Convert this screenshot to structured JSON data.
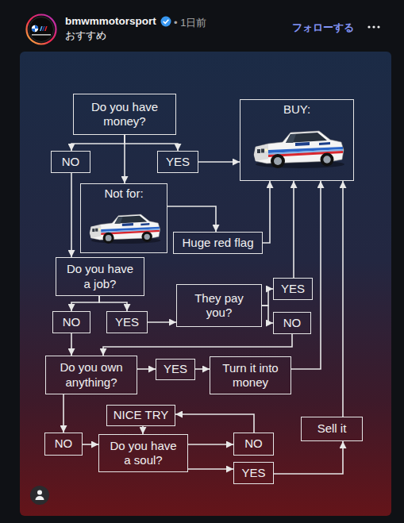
{
  "diagram": {
    "nodes": [
      {
        "text": [
          "Do you have money?"
        ]
      },
      {
        "text": [
          "BUY:"
        ]
      },
      {
        "text": [
          "NO"
        ]
      },
      {
        "text": [
          "YES"
        ]
      },
      {
        "text": [
          "Not for:"
        ]
      },
      {
        "text": [
          "Huge red flag"
        ]
      },
      {
        "text": [
          "Do you have a job?"
        ]
      },
      {
        "text": [
          "NO"
        ]
      },
      {
        "text": [
          "YES"
        ]
      },
      {
        "text": [
          "They pay you?"
        ]
      },
      {
        "text": [
          "YES"
        ]
      },
      {
        "text": [
          "NO"
        ]
      },
      {
        "text": [
          "Do you own anything?"
        ]
      },
      {
        "text": [
          "YES"
        ]
      },
      {
        "text": [
          "Turn it into money"
        ]
      },
      {
        "text": [
          "NICE TRY"
        ]
      },
      {
        "text": [
          "Sell it"
        ]
      },
      {
        "text": [
          "NO"
        ]
      },
      {
        "text": [
          "Do you have a soul?"
        ]
      },
      {
        "text": [
          "NO"
        ]
      },
      {
        "text": [
          "YES"
        ]
      }
    ],
    "edges": [
      {
        "from": 0,
        "to": 2,
        "arrow": "to"
      },
      {
        "from": 0,
        "to": 4,
        "arrow": "to"
      },
      {
        "from": 0,
        "to": 3,
        "arrow": "to"
      },
      {
        "from": 3,
        "to": 1,
        "arrow": "to"
      },
      {
        "from": 4,
        "to": 5,
        "arrow": "to"
      },
      {
        "from": 5,
        "to": 1,
        "arrow": "to"
      },
      {
        "from": 2,
        "to": 6,
        "arrow": "to"
      },
      {
        "from": 6,
        "to": 7,
        "arrow": "to"
      },
      {
        "from": 6,
        "to": 8,
        "arrow": "to"
      },
      {
        "from": 8,
        "to": 9,
        "arrow": "to"
      },
      {
        "from": 9,
        "to": 10,
        "arrow": "to"
      },
      {
        "from": 9,
        "to": 11,
        "arrow": "to"
      },
      {
        "from": 10,
        "to": 1,
        "arrow": "to"
      },
      {
        "from": 11,
        "to": 12,
        "arrow": "to"
      },
      {
        "from": 7,
        "to": 12,
        "arrow": "to"
      },
      {
        "from": 12,
        "to": 13,
        "arrow": "to"
      },
      {
        "from": 13,
        "to": 14,
        "arrow": "to"
      },
      {
        "from": 14,
        "to": 1,
        "arrow": "to"
      },
      {
        "from": 12,
        "to": 17,
        "arrow": "to"
      },
      {
        "from": 17,
        "to": 18,
        "arrow": "to"
      },
      {
        "from": 18,
        "to": 19,
        "arrow": "to"
      },
      {
        "from": 18,
        "to": 20,
        "arrow": "to"
      },
      {
        "from": 19,
        "to": 15,
        "arrow": "to"
      },
      {
        "from": 15,
        "to": 18,
        "arrow": "to"
      },
      {
        "from": 20,
        "to": 16,
        "arrow": "to"
      },
      {
        "from": 16,
        "to": 1,
        "arrow": "to"
      }
    ],
    "labels": [
      "bmwmmotorsport",
      "• 1日前",
      "おすすめ",
      "フォローする"
    ]
  }
}
